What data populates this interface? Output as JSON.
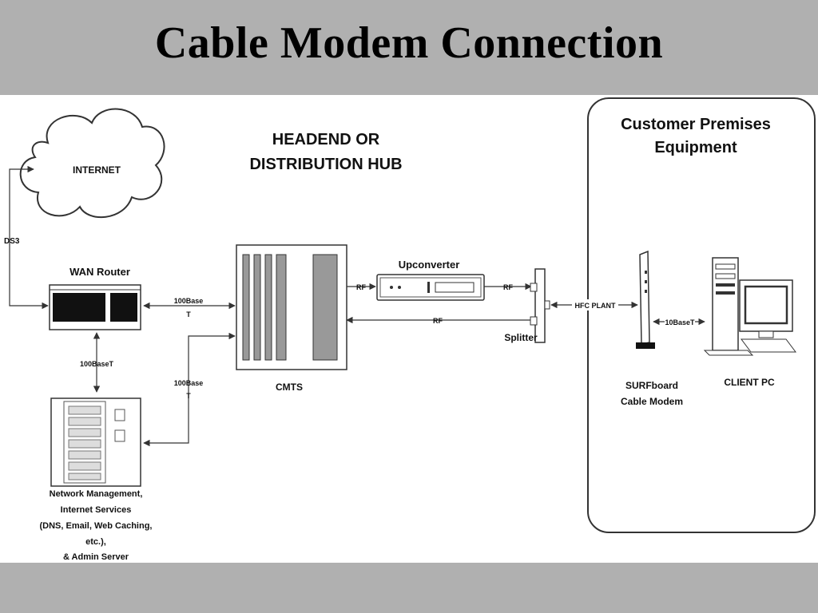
{
  "page": {
    "title": "Cable Modem Connection"
  },
  "diagram": {
    "headend_label_line1": "HEADEND OR",
    "headend_label_line2": "DISTRIBUTION HUB",
    "cpe_label_line1": "Customer Premises",
    "cpe_label_line2": "Equipment",
    "internet_label": "INTERNET",
    "ds3_label": "DS3",
    "wan_router_label": "WAN Router",
    "link_wan_server_label": "100BaseT",
    "link_wan_cmts_line1": "100Base",
    "link_wan_cmts_line2": "T",
    "link_server_cmts_line1": "100Base",
    "link_server_cmts_line2": "T",
    "cmts_label": "CMTS",
    "upconverter_label": "Upconverter",
    "rf_label_cmts_up": "RF",
    "rf_label_up_splitter": "RF",
    "rf_label_return": "RF",
    "splitter_label": "Splitter",
    "hfc_plant_label": "HFC PLANT",
    "link_modem_pc_label": "10BaseT",
    "modem_label_line1": "SURFboard",
    "modem_label_line2": "Cable Modem",
    "client_pc_label": "CLIENT PC",
    "server_label_lines": [
      "Network Management,",
      "Internet Services",
      "(DNS, Email, Web Caching,",
      "etc.),",
      "& Admin Server"
    ]
  },
  "colors": {
    "background": "#b0b0b0",
    "canvas": "#ffffff",
    "line": "#333333",
    "dark_fill": "#111111",
    "shade_fill": "#999999"
  }
}
